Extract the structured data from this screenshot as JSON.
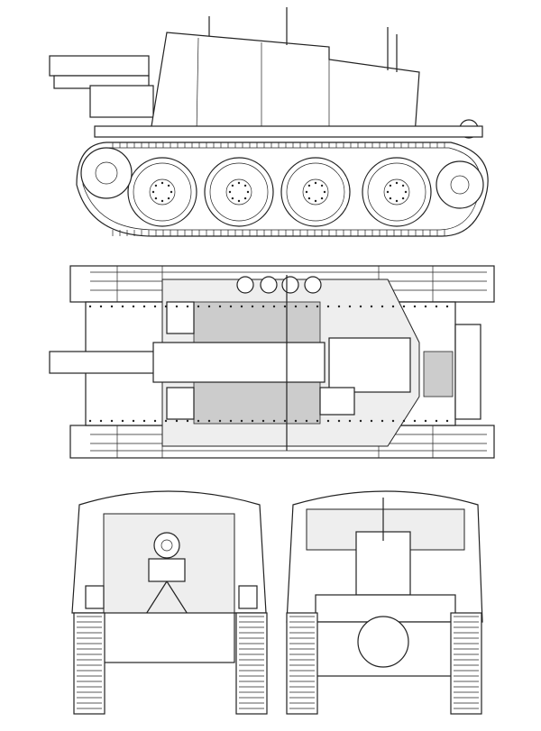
{
  "drawing": {
    "subject": "",
    "views": [
      "side",
      "top",
      "front",
      "rear"
    ],
    "colors": {
      "background": "#ffffff",
      "line": "#222222",
      "shade": "#cccccc"
    },
    "side_view": {
      "road_wheels": 4
    }
  }
}
